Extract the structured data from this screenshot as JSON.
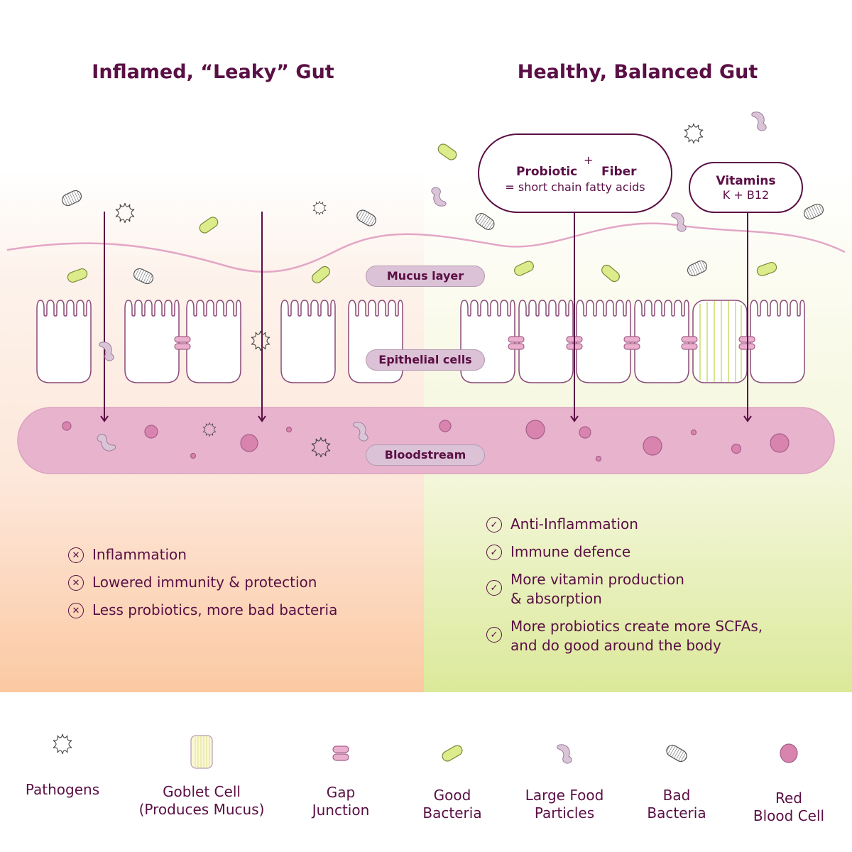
{
  "titles": {
    "left": "Inflamed, “Leaky” Gut",
    "right": "Healthy, Balanced Gut"
  },
  "labels": {
    "mucus": "Mucus layer",
    "epithelial": "Epithelial cells",
    "bloodstream": "Bloodstream"
  },
  "bubbles": {
    "scfa": {
      "probiotic": "Probiotic",
      "plus": "+",
      "fiber": "Fiber",
      "result": "= short chain fatty acids"
    },
    "vitamins": {
      "title": "Vitamins",
      "sub": "K + B12"
    }
  },
  "left_list": {
    "icon": "x-circle-icon",
    "items": [
      "Inflammation",
      "Lowered immunity & protection",
      "Less probiotics, more bad bacteria"
    ]
  },
  "right_list": {
    "icon": "check-circle-icon",
    "items": [
      [
        "Anti-Inflammation"
      ],
      [
        "Immune defence"
      ],
      [
        "More vitamin production",
        "& absorption"
      ],
      [
        "More probiotics create more SCFAs,",
        "and do good around the body"
      ]
    ]
  },
  "legend": [
    {
      "icon": "pathogen-icon",
      "lines": [
        "Pathogens"
      ]
    },
    {
      "icon": "goblet-cell-icon",
      "lines": [
        "Goblet Cell",
        "(Produces Mucus)"
      ]
    },
    {
      "icon": "gap-junction-icon",
      "lines": [
        "Gap",
        "Junction"
      ]
    },
    {
      "icon": "good-bacteria-icon",
      "lines": [
        "Good",
        "Bacteria"
      ]
    },
    {
      "icon": "food-particle-icon",
      "lines": [
        "Large Food",
        "Particles"
      ]
    },
    {
      "icon": "bad-bacteria-icon",
      "lines": [
        "Bad",
        "Bacteria"
      ]
    },
    {
      "icon": "red-blood-cell-icon",
      "lines": [
        "Red",
        "Blood Cell"
      ]
    }
  ],
  "colors": {
    "primary": "#5a0f45",
    "mucus_line": "#e3a6c6",
    "bloodstream": "#e8b3cd",
    "good_bacteria": "#dcec8a",
    "food_particle": "#d9c4d8",
    "blood_cell": "#d984ae",
    "gap_junction": "#eab0ce",
    "cell_outline": "#8a4b7a"
  }
}
